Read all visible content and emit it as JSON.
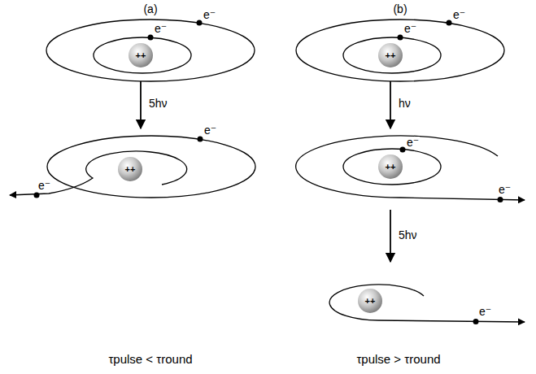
{
  "diagram": {
    "nodes": [
      {
        "text": [
          "++"
        ]
      },
      {
        "text": [
          "++"
        ]
      },
      {
        "text": [
          "++"
        ]
      },
      {
        "text": [
          "++"
        ]
      },
      {
        "text": [
          "++"
        ]
      }
    ],
    "labels": [
      "(a)",
      "(b)",
      "e⁻",
      "e⁻",
      "5hν",
      "e⁻",
      "e⁻",
      "e⁻",
      "e⁻",
      "hν",
      "e⁻",
      "e⁻",
      "5hν",
      "e⁻",
      "τpulse < τround",
      "τpulse > τround"
    ]
  }
}
